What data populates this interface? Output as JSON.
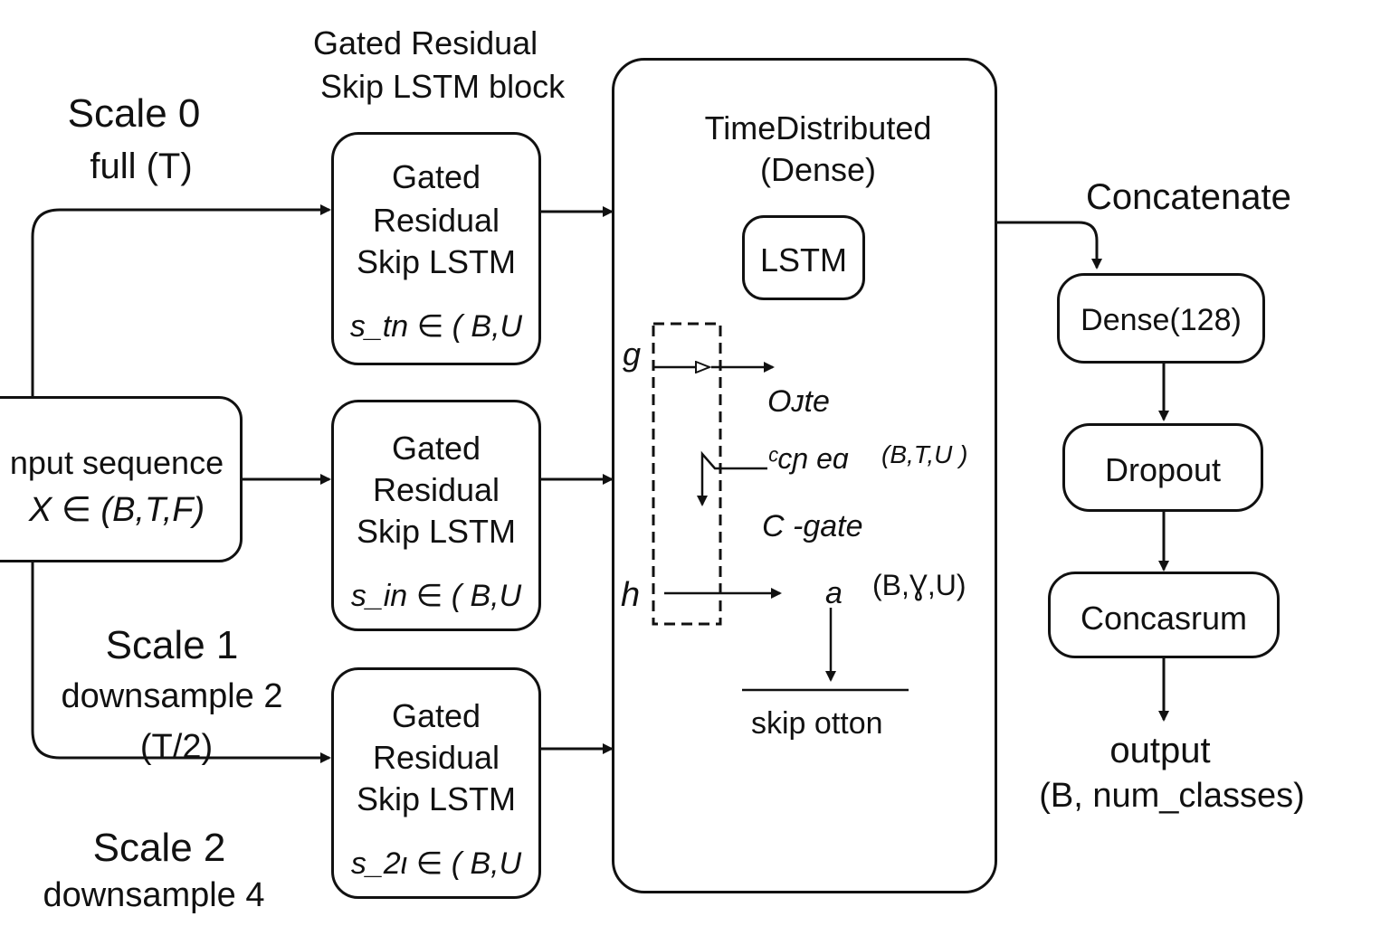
{
  "scales": {
    "scale0_title": "Scale 0",
    "scale0_sub": "full (T)",
    "scale1_title": "Scale 1",
    "scale1_sub": "downsample 2",
    "scale1_sub2": "(T/2)",
    "scale2_title": "Scale 2",
    "scale2_sub": "downsample 4"
  },
  "block_header": {
    "line1": "Gated Residual",
    "line2": "Skip LSTM block"
  },
  "input_box": {
    "line1": "nput sequence",
    "line2": "X ∈ (B,T,F)"
  },
  "lstm_boxes": [
    {
      "line1": "Gated",
      "line2": "Residual",
      "line3": "Skip LSTM",
      "state": "s_tn ∈ ( B,U"
    },
    {
      "line1": "Gated",
      "line2": "Residual",
      "line3": "Skip LSTM",
      "state": "s_in ∈ ( B,U"
    },
    {
      "line1": "Gated",
      "line2": "Residual",
      "line3": "Skip LSTM",
      "state": "s_2ι ∈ ( B,U"
    }
  ],
  "detail_panel": {
    "title_line1": "TimeDistributed",
    "title_line2": "(Dense)",
    "inner_box": "LSTM",
    "g_label": "g",
    "h_label": "h",
    "oute_label": "Oᴊte",
    "con_label": "ᶜcɲ  eɑ",
    "con_shape": "(B,T,U )",
    "cgate_label": "C -gate",
    "a_label": "a",
    "a_shape": "(B,Ɣ,U)",
    "skip_label": "skip otton"
  },
  "head": {
    "concatenate": "Concatenate",
    "dense": "Dense(128)",
    "dropout": "Dropout",
    "concasrum": "Concasrum",
    "output_line1": "output",
    "output_line2": "(B, num_classes)"
  }
}
